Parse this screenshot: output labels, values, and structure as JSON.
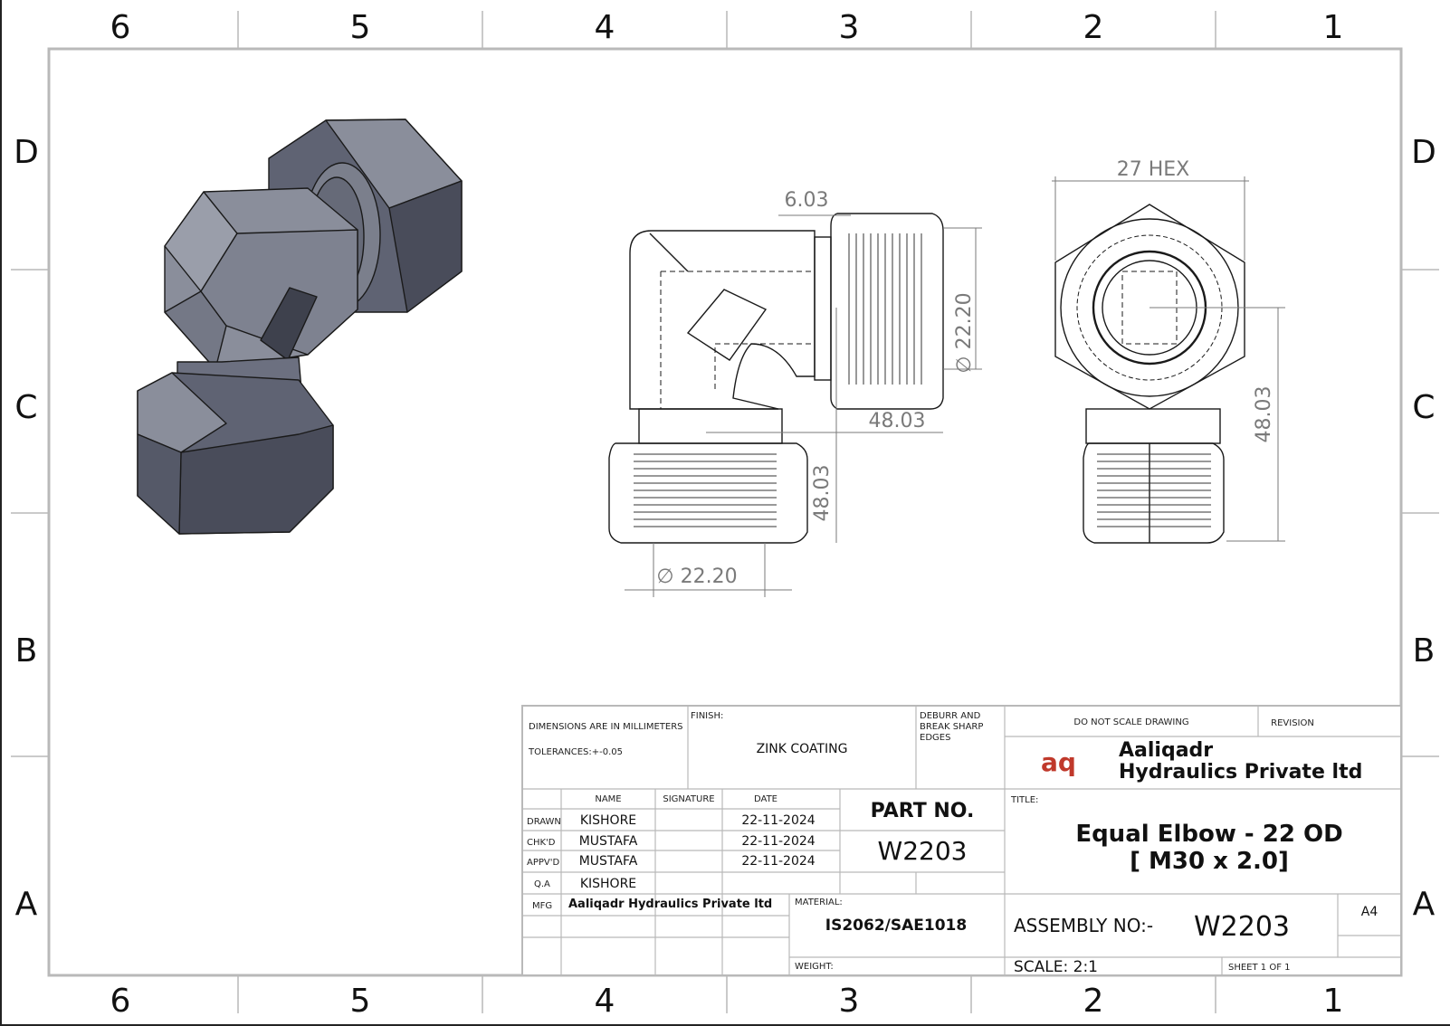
{
  "zones": {
    "columns": [
      "6",
      "5",
      "4",
      "3",
      "2",
      "1"
    ],
    "rows": [
      "D",
      "C",
      "B",
      "A"
    ]
  },
  "dimensions": {
    "front_thread_len": "6.03",
    "front_diameter_right": "∅ 22.20",
    "front_width": "48.03",
    "front_height": "48.03",
    "front_diameter_bottom": "∅ 22.20",
    "side_hex": "27 HEX",
    "side_height": "48.03"
  },
  "logo_text": "aq",
  "title_block": {
    "units_note": "DIMENSIONS ARE IN MILLIMETERS",
    "tolerance_note": "TOLERANCES:+-0.05",
    "finish_label": "FINISH:",
    "finish_value": "ZINK COATING",
    "deburr_line1": "DEBURR AND",
    "deburr_line2": "BREAK SHARP",
    "deburr_line3": "EDGES",
    "scale_note": "DO NOT SCALE DRAWING",
    "revision_label": "REVISION",
    "company_line1": "Aaliqadr",
    "company_line2": "Hydraulics Private ltd",
    "col_name": "NAME",
    "col_signature": "SIGNATURE",
    "col_date": "DATE",
    "part_no_label": "PART NO.",
    "part_no_value": "W2203",
    "title_label": "TITLE:",
    "title_line1": "Equal Elbow - 22 OD",
    "title_line2": "[ M30 x 2.0]",
    "rows": [
      {
        "role": "DRAWN",
        "name": "KISHORE",
        "date": "22-11-2024"
      },
      {
        "role": "CHK'D",
        "name": "MUSTAFA",
        "date": "22-11-2024"
      },
      {
        "role": "APPV'D",
        "name": "MUSTAFA",
        "date": "22-11-2024"
      },
      {
        "role": "Q.A",
        "name": "KISHORE",
        "date": ""
      }
    ],
    "mfg_label": "MFG",
    "mfg_value": "Aaliqadr Hydraulics Private ltd",
    "material_label": "MATERIAL:",
    "material_value": "IS2062/SAE1018",
    "weight_label": "WEIGHT:",
    "assembly_label": "ASSEMBLY NO:-",
    "assembly_value": "W2203",
    "size": "A4",
    "scale": "SCALE: 2:1",
    "sheet": "SHEET 1 OF 1"
  },
  "colors": {
    "border": "#b9b9b9",
    "iso_face_top": "#8a8e9b",
    "iso_face_left": "#5f6373",
    "iso_face_right": "#494c5a",
    "dimension": "#7a7a7a",
    "logo_red": "#c0392b"
  }
}
